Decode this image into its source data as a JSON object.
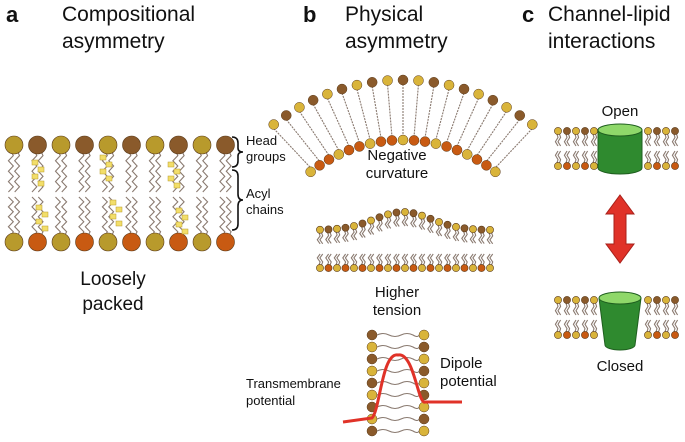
{
  "panels": {
    "a": {
      "letter": "a",
      "title_line1": "Compositional",
      "title_line2": "asymmetry",
      "label_head_line1": "Head",
      "label_head_line2": "groups",
      "label_acyl_line1": "Acyl",
      "label_acyl_line2": "chains",
      "caption_line1": "Loosely",
      "caption_line2": "packed"
    },
    "b": {
      "letter": "b",
      "title_line1": "Physical",
      "title_line2": "asymmetry",
      "curvature_line1": "Negative",
      "curvature_line2": "curvature",
      "tension_line1": "Higher",
      "tension_line2": "tension",
      "dipole_line1": "Dipole",
      "dipole_line2": "potential",
      "transmembrane_line1": "Transmembrane",
      "transmembrane_line2": "potential"
    },
    "c": {
      "letter": "c",
      "title_line1": "Channel-lipid",
      "title_line2": "interactions",
      "open_label": "Open",
      "closed_label": "Closed"
    }
  },
  "colors": {
    "head_brown": "#8a5a2b",
    "head_olive": "#b89a2c",
    "head_orange": "#c85a12",
    "head_gold": "#d9b43a",
    "tail": "#8a7a70",
    "cholesterol": "#f2de6a",
    "channel_green": "#2f8a2f",
    "channel_top": "#8fd86a",
    "arrow_red": "#e03228",
    "potential_red": "#e03228"
  }
}
